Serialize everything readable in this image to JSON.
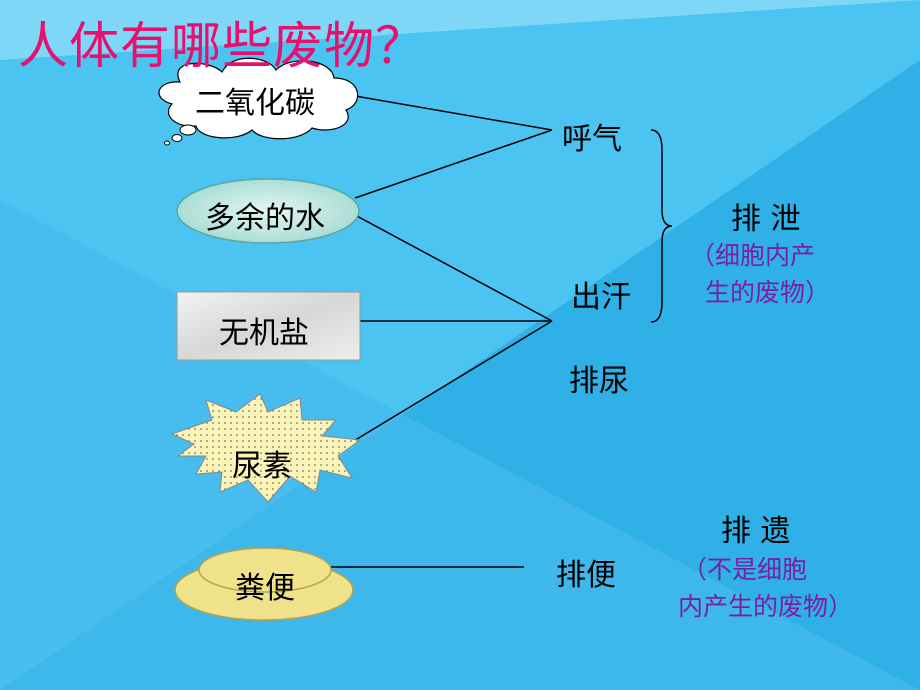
{
  "title": "人体有哪些废物？",
  "waste_items": {
    "co2": "二氧化碳",
    "water": "多余的水",
    "salt": "无机盐",
    "urea": "尿素",
    "feces": "粪便"
  },
  "routes": {
    "breathe": "呼气",
    "sweat": "出汗",
    "urinate": "排尿",
    "defecate": "排便"
  },
  "categories": {
    "excretion": "排 泄",
    "excretion_note_1": "（细胞内产",
    "excretion_note_2": "生的废物）",
    "egestion": "排 遗",
    "egestion_note_1": "（不是细胞",
    "egestion_note_2": "内产生的废物）"
  },
  "colors": {
    "title": "#e8106e",
    "note": "#7b1fa2",
    "background": "#2fb1e8"
  }
}
